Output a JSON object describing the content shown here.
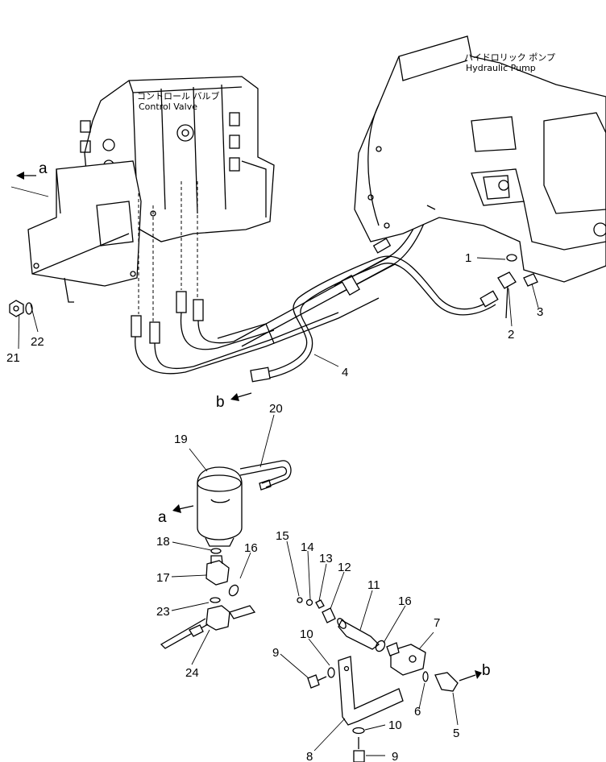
{
  "captions": {
    "control_valve_jp": "コントロール バルブ",
    "control_valve_en": "Control Valve",
    "hydraulic_pump_jp": "ハイドロリック ポンプ",
    "hydraulic_pump_en": "Hydraulic Pump"
  },
  "ref_arrows": {
    "a": "a",
    "b": "b"
  },
  "callouts": [
    "1",
    "2",
    "3",
    "4",
    "5",
    "6",
    "7",
    "8",
    "9",
    "9",
    "10",
    "10",
    "11",
    "12",
    "13",
    "14",
    "15",
    "16",
    "16",
    "17",
    "18",
    "19",
    "20",
    "21",
    "22",
    "23",
    "24"
  ]
}
